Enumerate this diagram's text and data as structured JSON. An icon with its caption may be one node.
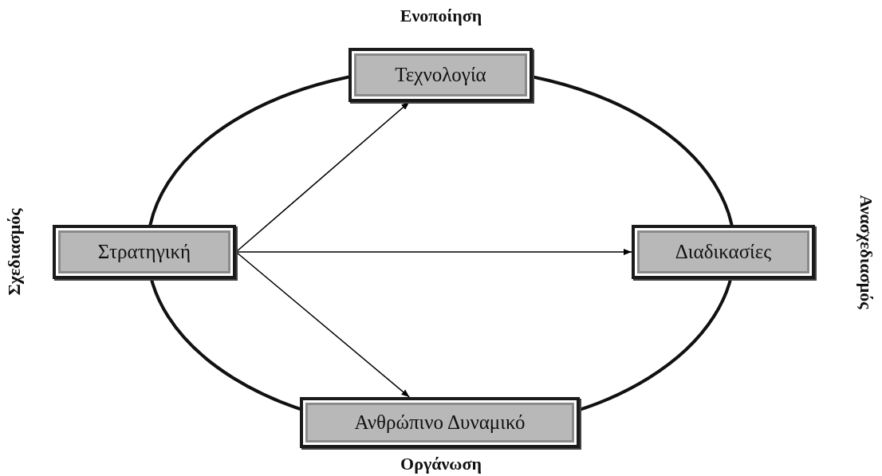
{
  "diagram": {
    "nodes": [
      {
        "text": [
          "Τεχνολογία"
        ]
      },
      {
        "text": [
          "Στρατηγική"
        ]
      },
      {
        "text": [
          "Διαδικασίες"
        ]
      },
      {
        "text": [
          "Ανθρώπινο Δυναμικό"
        ]
      }
    ],
    "edges": [
      {
        "from": 1,
        "to": 0,
        "arrow": "to"
      },
      {
        "from": 1,
        "to": 2,
        "arrow": "to"
      },
      {
        "from": 1,
        "to": 3,
        "arrow": "to"
      }
    ],
    "labels": [
      "Ενοποίηση",
      "Σχεδιασμός",
      "Ανασχεδιασμός",
      "Οργάνωση"
    ]
  }
}
